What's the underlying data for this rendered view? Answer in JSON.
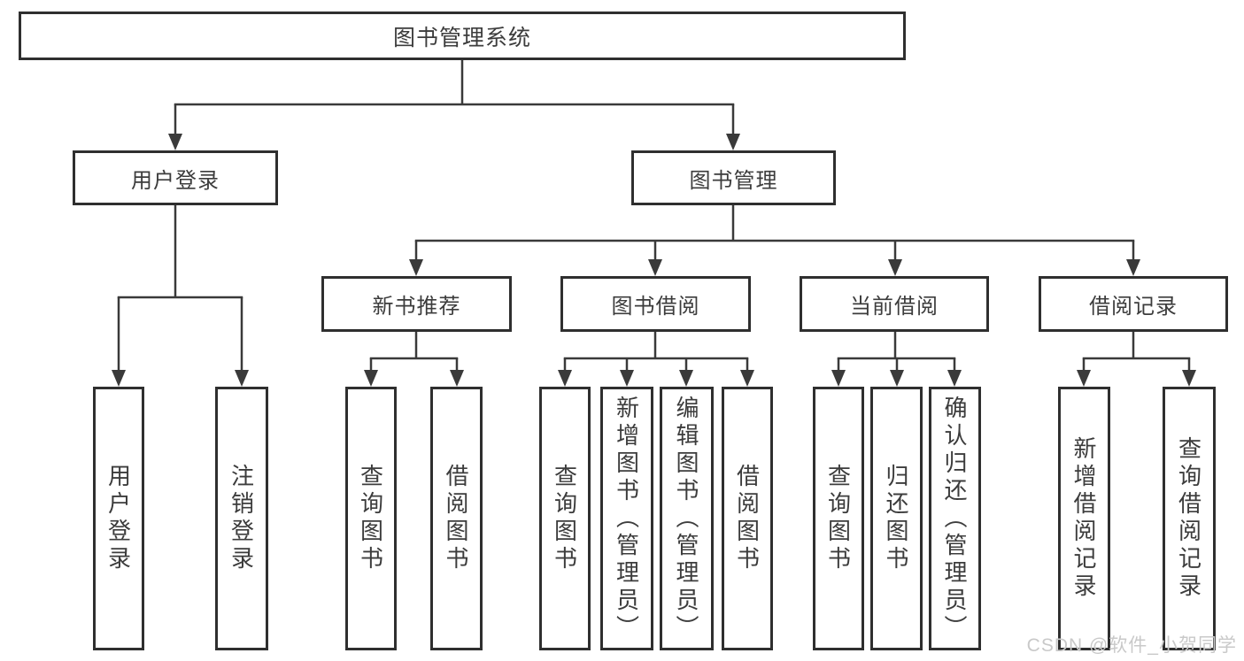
{
  "diagram": {
    "root": {
      "label": "图书管理系统"
    },
    "user_login": {
      "label": "用户登录",
      "children": [
        "用户登录",
        "注销登录"
      ]
    },
    "book_management": {
      "label": "图书管理",
      "new_books": {
        "label": "新书推荐",
        "children": [
          "查询图书",
          "借阅图书"
        ]
      },
      "borrowing": {
        "label": "图书借阅",
        "children": [
          "查询图书",
          "新增图书（管理员）",
          "编辑图书（管理员）",
          "借阅图书"
        ]
      },
      "current": {
        "label": "当前借阅",
        "children": [
          "查询图书",
          "归还图书",
          "确认归还（管理员）"
        ]
      },
      "records": {
        "label": "借阅记录",
        "children": [
          "新增借阅记录",
          "查询借阅记录"
        ]
      }
    }
  },
  "watermark": {
    "text": "CSDN @软件_小贺同学"
  },
  "colors": {
    "line": "#3a3a3a",
    "border": "#2f2f2f",
    "text": "#3c3c3c",
    "watermark": "#c9c9c9",
    "background": "#ffffff"
  }
}
